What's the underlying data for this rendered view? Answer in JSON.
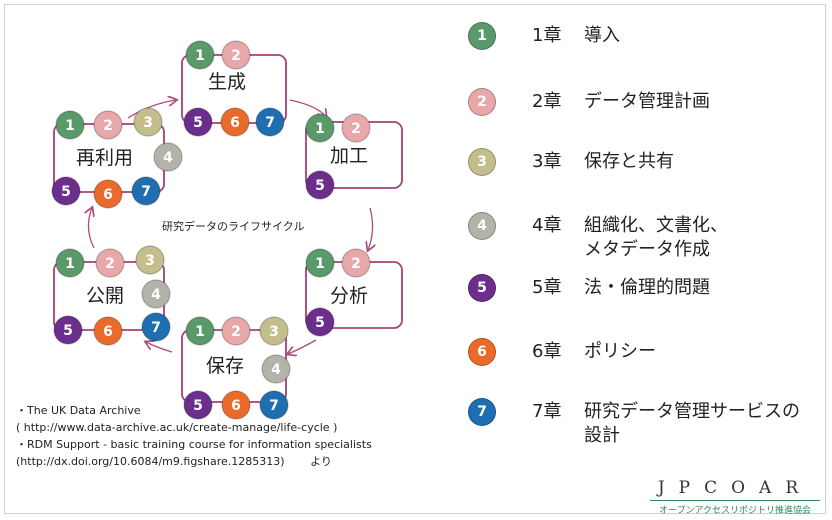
{
  "colors": {
    "c1": "#5a9a6a",
    "c2": "#e8a7a9",
    "c3": "#c4bd8c",
    "c4": "#b3b3aa",
    "c5": "#6b2e8c",
    "c6": "#e96a2a",
    "c7": "#1f6fb0",
    "box": "#a64076"
  },
  "diagram": {
    "caption": "研究データのライフサイクル",
    "stages": {
      "generate": "生成",
      "process": "加工",
      "analyze": "分析",
      "preserve": "保存",
      "publish": "公開",
      "reuse": "再利用"
    },
    "badges": [
      "1",
      "2",
      "3",
      "4",
      "5",
      "6",
      "7"
    ]
  },
  "legend": [
    {
      "num": "1",
      "chapter": "1章",
      "title": "導入",
      "icon": "circle-1"
    },
    {
      "num": "2",
      "chapter": "2章",
      "title": "データ管理計画",
      "icon": "circle-2"
    },
    {
      "num": "3",
      "chapter": "3章",
      "title": "保存と共有",
      "icon": "circle-3"
    },
    {
      "num": "4",
      "chapter": "4章",
      "title": "組織化、文書化、メタデータ作成",
      "icon": "circle-4"
    },
    {
      "num": "5",
      "chapter": "5章",
      "title": "法・倫理的問題",
      "icon": "circle-5"
    },
    {
      "num": "6",
      "chapter": "6章",
      "title": "ポリシー",
      "icon": "circle-6"
    },
    {
      "num": "7",
      "chapter": "7章",
      "title": "研究データ管理サービスの設計",
      "icon": "circle-7"
    }
  ],
  "references": {
    "line1": "・The UK Data Archive",
    "line2": "( http://www.data-archive.ac.uk/create-manage/life-cycle )",
    "line3": "・RDM Support - basic training course for information  specialists",
    "line4": "(http://dx.doi.org/10.6084/m9.figshare.1285313)　　 より"
  },
  "logo": {
    "name": "JPCOAR",
    "subtitle": "オープンアクセスリポジトリ推進協会"
  }
}
